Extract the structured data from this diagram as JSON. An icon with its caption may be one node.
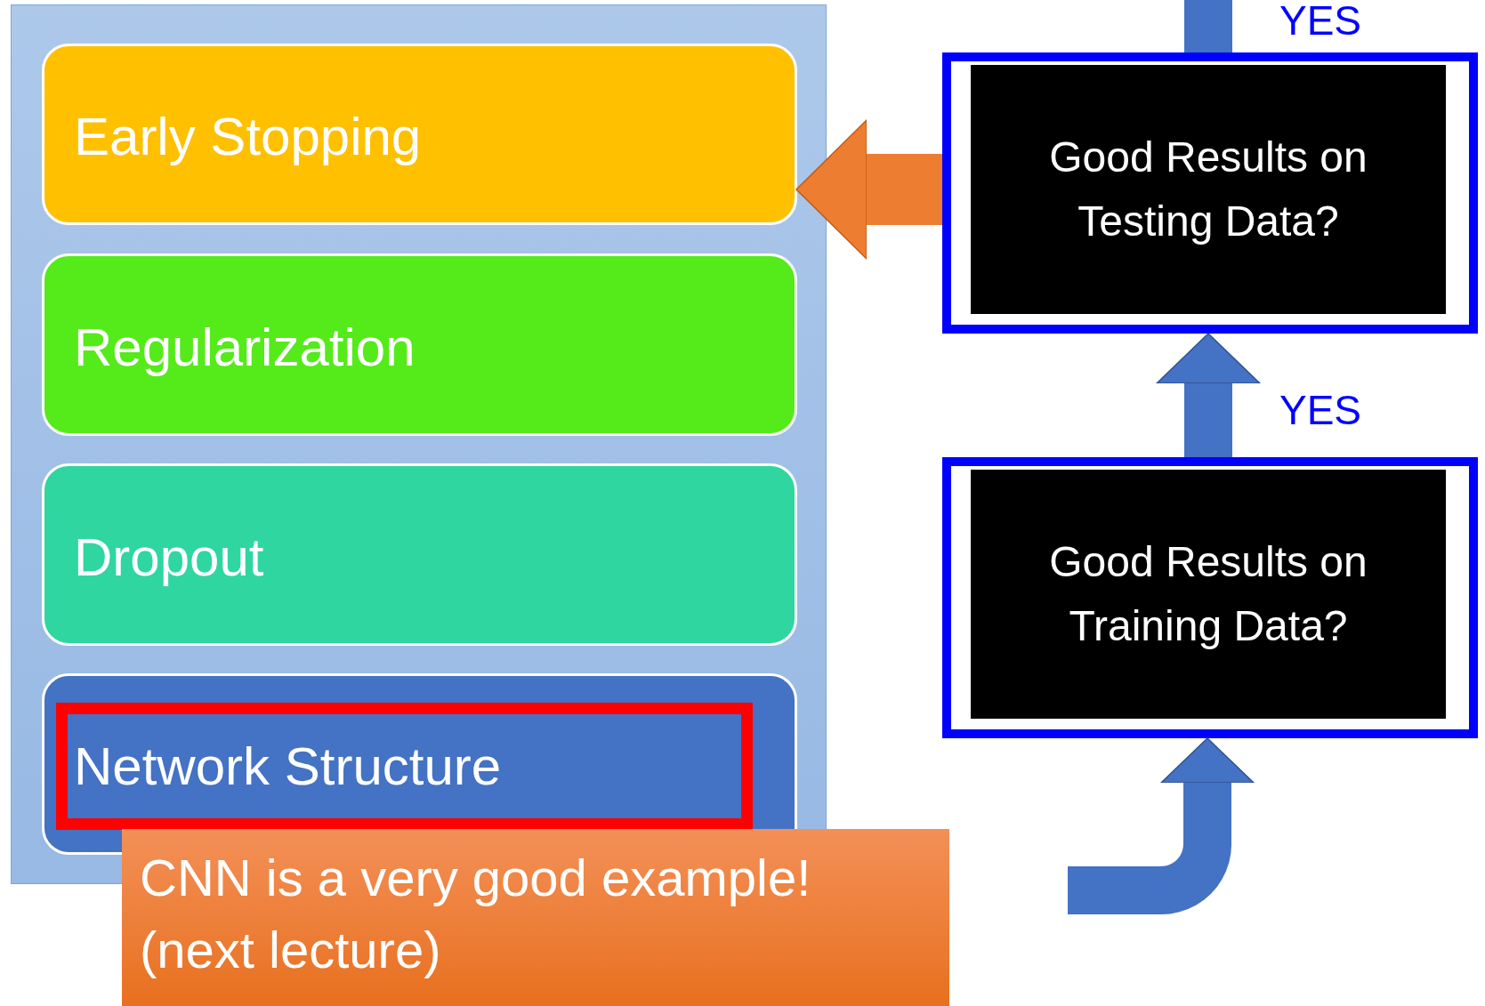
{
  "diagram": {
    "nodes": [
      {
        "text": [],
        "shape": "box"
      },
      {
        "text": [
          "Early Stopping"
        ],
        "in": 0
      },
      {
        "text": [
          "Regularization"
        ],
        "in": 0
      },
      {
        "text": [
          "Dropout"
        ],
        "in": 0
      },
      {
        "text": [
          "Network Structure"
        ],
        "in": 0
      },
      {
        "text": [
          "CNN is a very good example! (next lecture)"
        ]
      },
      {
        "text": [
          "Good Results on Testing Data?"
        ]
      },
      {
        "text": [
          "Good Results on Training Data?"
        ]
      }
    ],
    "edges": [
      {
        "from": 6,
        "to": 1,
        "arrow": "to",
        "color": "#ed7d31"
      },
      {
        "from": 7,
        "to": 6,
        "arrow": "to",
        "label": "YES"
      },
      {
        "from": 6,
        "to": null,
        "arrow": "none",
        "label": "YES"
      },
      {
        "from": null,
        "to": 7,
        "arrow": "to"
      }
    ]
  }
}
